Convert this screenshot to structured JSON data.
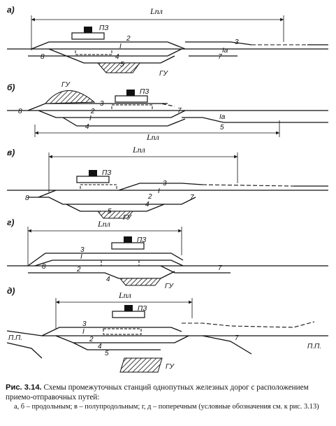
{
  "diagrams": [
    {
      "letter": "а)",
      "length_label": "Lпл",
      "building_label": "ПЗ",
      "cargo_label": "ГУ",
      "tracks": [
        "8",
        "2",
        "I",
        "4",
        "5",
        "7",
        "3",
        "Iа"
      ]
    },
    {
      "letter": "б)",
      "length_label": "Lпл",
      "building_label": "ПЗ",
      "cargo_label": "ГУ",
      "tracks": [
        "8",
        "3",
        "2",
        "I",
        "4",
        "7",
        "Iа",
        "5"
      ]
    },
    {
      "letter": "в)",
      "length_label": "Lпл",
      "building_label": "ПЗ",
      "cargo_label": "ГУ",
      "tracks": [
        "8",
        "3",
        "I",
        "2",
        "4",
        "5",
        "7"
      ]
    },
    {
      "letter": "г)",
      "length_label": "Lпл",
      "building_label": "ПЗ",
      "cargo_label": "ГУ",
      "tracks": [
        "3",
        "I",
        "8",
        "2",
        "4",
        "7"
      ]
    },
    {
      "letter": "д)",
      "length_label": "Lпл",
      "building_label": "ПЗ",
      "cargo_label": "ГУ",
      "tracks": [
        "3",
        "I",
        "2",
        "4",
        "5",
        "7"
      ],
      "junction_left": "П.П.",
      "junction_right": "П.П."
    }
  ],
  "caption": {
    "number": "Рис. 3.14.",
    "text": "Схемы промежуточных станций однопутных железных дорог с расположением приемо-отправочных путей:",
    "sub": "а, б – продольным; в – полупродольным; г, д – поперечным (условные обозначения см. к рис. 3.13)"
  }
}
